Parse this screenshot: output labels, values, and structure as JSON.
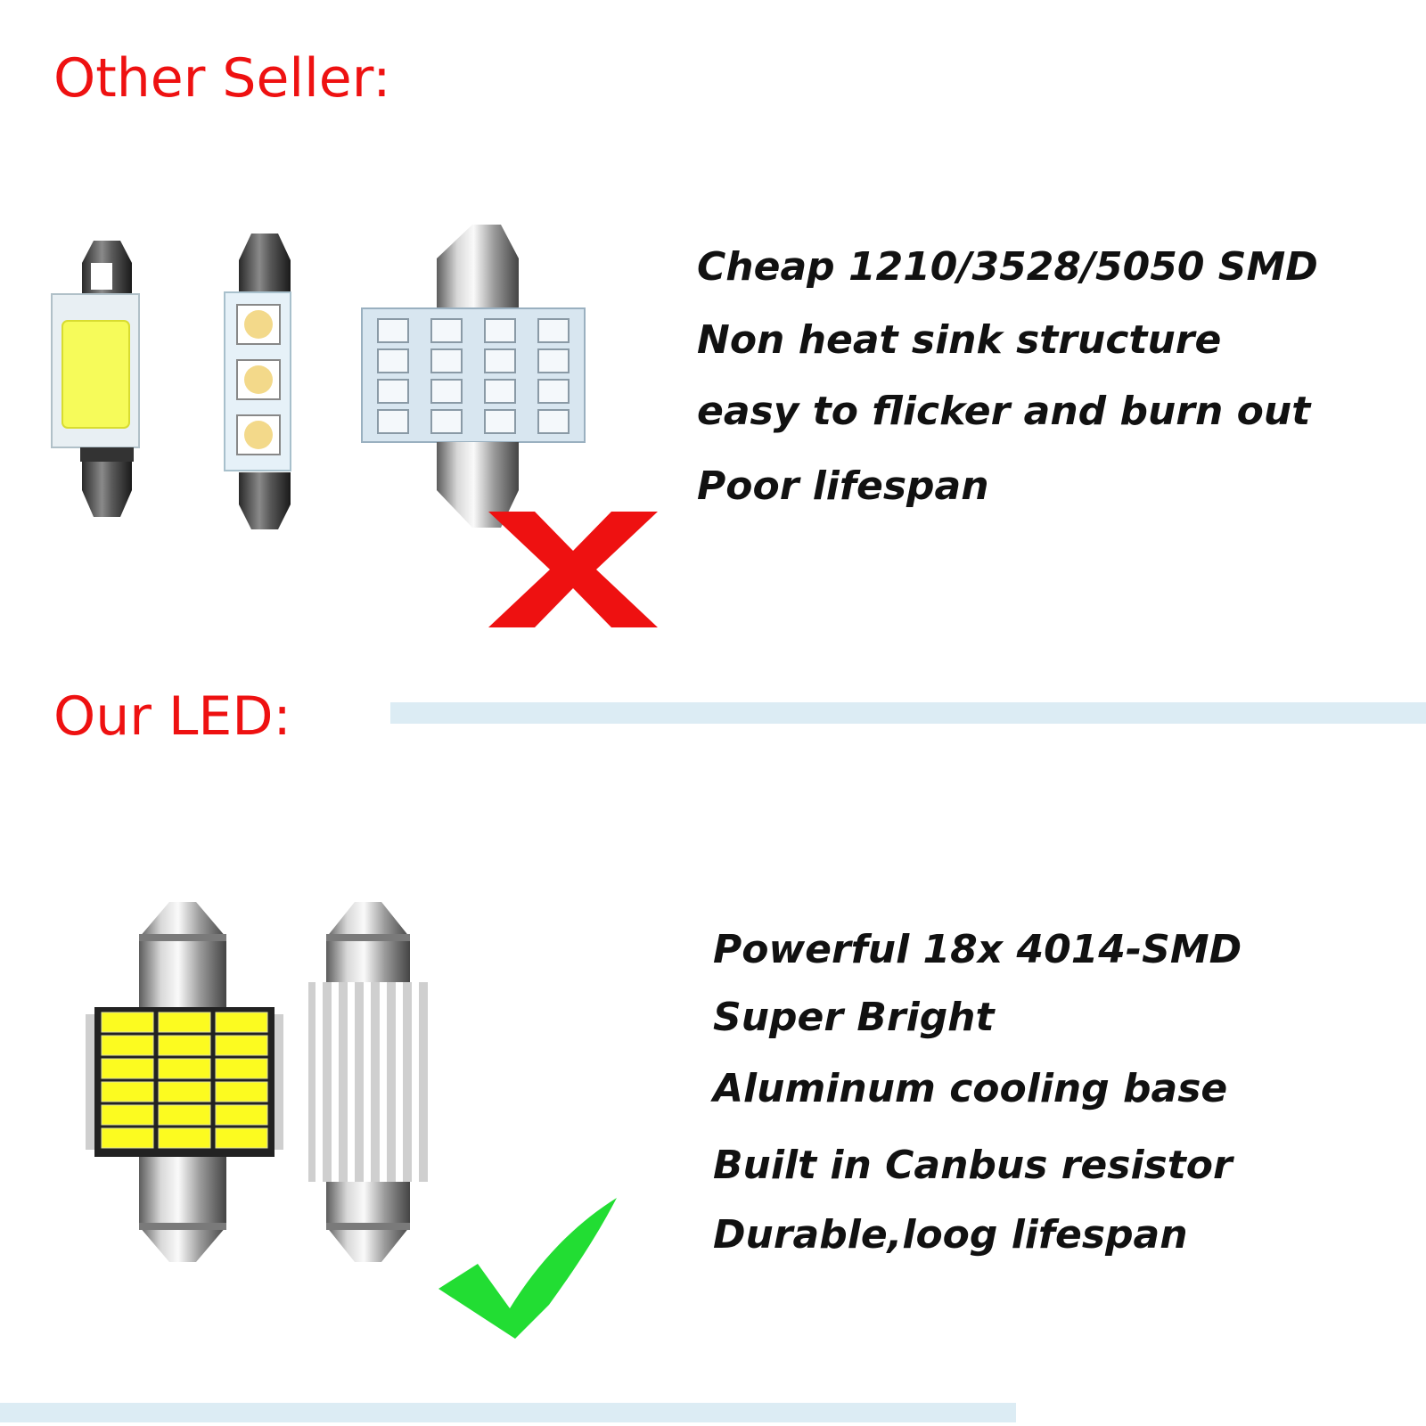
{
  "other_seller": {
    "heading": "Other Seller:",
    "features": [
      "Cheap 1210/3528/5050 SMD",
      "Non heat sink structure",
      "easy to flicker and burn out",
      "Poor lifespan"
    ],
    "mark_icon": "red-cross-icon"
  },
  "our_led": {
    "heading": "Our LED:",
    "features": [
      "Powerful 18x 4014-SMD",
      "Super Bright",
      "Aluminum cooling base",
      "Built in Canbus resistor",
      "Durable,loog lifespan"
    ],
    "mark_icon": "green-check-icon"
  },
  "colors": {
    "heading": "#ee1111",
    "body_text": "#111111",
    "divider": "#dcecf4",
    "cross": "#ee1111",
    "check": "#22dd33",
    "led_white": "#eef6fb",
    "led_yellow": "#fcfb20"
  }
}
